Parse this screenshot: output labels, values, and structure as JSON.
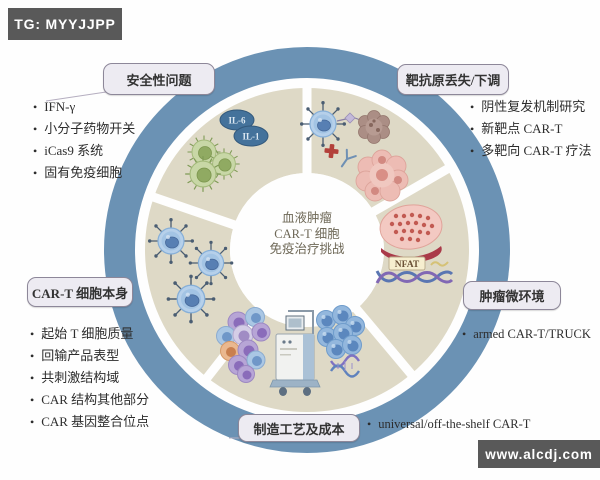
{
  "watermark_top": "TG: MYYJJPP",
  "watermark_bottom": "www.alcdj.com",
  "center": {
    "line1": "血液肿瘤",
    "line2": "CAR-T 细胞",
    "line3": "免疫治疗挑战"
  },
  "sections": {
    "safety": {
      "label": "安全性问题",
      "bullets": [
        "IFN-γ",
        "小分子药物开关",
        "iCas9 系统",
        "固有免疫细胞"
      ]
    },
    "antigen": {
      "label": "靶抗原丢失/下调",
      "bullets": [
        "阴性复发机制研究",
        "新靶点 CAR-T",
        "多靶向 CAR-T 疗法"
      ]
    },
    "cart_cell": {
      "label": "CAR-T 细胞本身",
      "bullets": [
        "起始 T 细胞质量",
        "回输产品表型",
        "共刺激结构域",
        "CAR 结构其他部分",
        "CAR 基因整合位点"
      ]
    },
    "tme": {
      "label": "肿瘤微环境",
      "bullets": [
        "armed CAR-T/TRUCK"
      ]
    },
    "manufacturing": {
      "label": "制造工艺及成本",
      "bullets": [
        "universal/off-the-shelf CAR-T"
      ]
    }
  },
  "inline_labels": {
    "il6": "IL-6",
    "il1": "IL-1",
    "nfat": "NFAT"
  },
  "colors": {
    "outer_ring": "#6b92b4",
    "donut": "#ded9c6",
    "label_fill": "#edebf2",
    "label_border": "#8d8799",
    "watermark_bg": "#595959",
    "center_text": "#6e6857"
  }
}
